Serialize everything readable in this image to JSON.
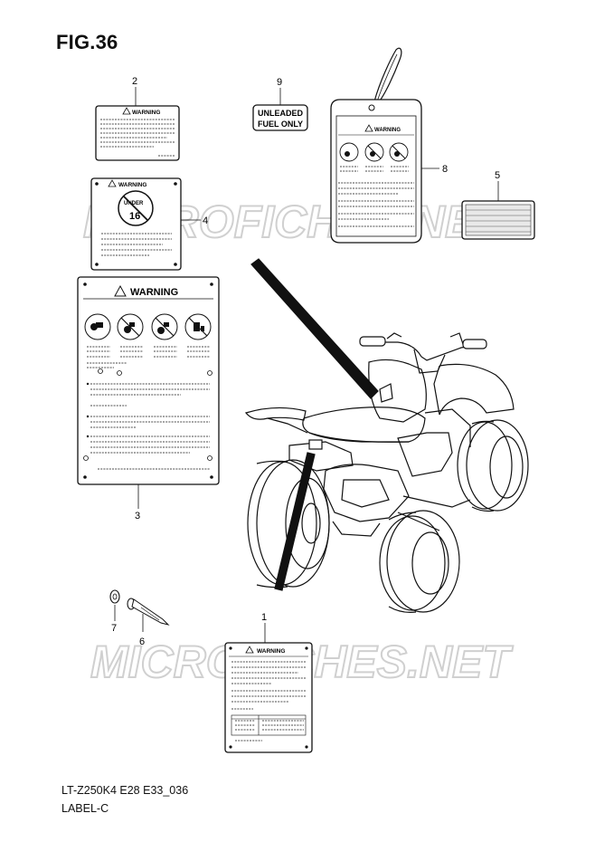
{
  "figure": {
    "title": "FIG.36",
    "model_code": "LT-Z250K4 E28 E33_036",
    "section_name": "LABEL-C"
  },
  "watermark": "MICROFICHES.NET",
  "callouts": [
    "1",
    "2",
    "3",
    "4",
    "5",
    "6",
    "7",
    "8",
    "9"
  ],
  "labels": {
    "warning_text": "WARNING",
    "fuel_label_line1": "UNLEADED",
    "fuel_label_line2": "FUEL ONLY",
    "age_badge_top": "UNDER",
    "age_badge_num": "16"
  },
  "colors": {
    "line": "#111111",
    "watermark": "#d8d8d8"
  }
}
